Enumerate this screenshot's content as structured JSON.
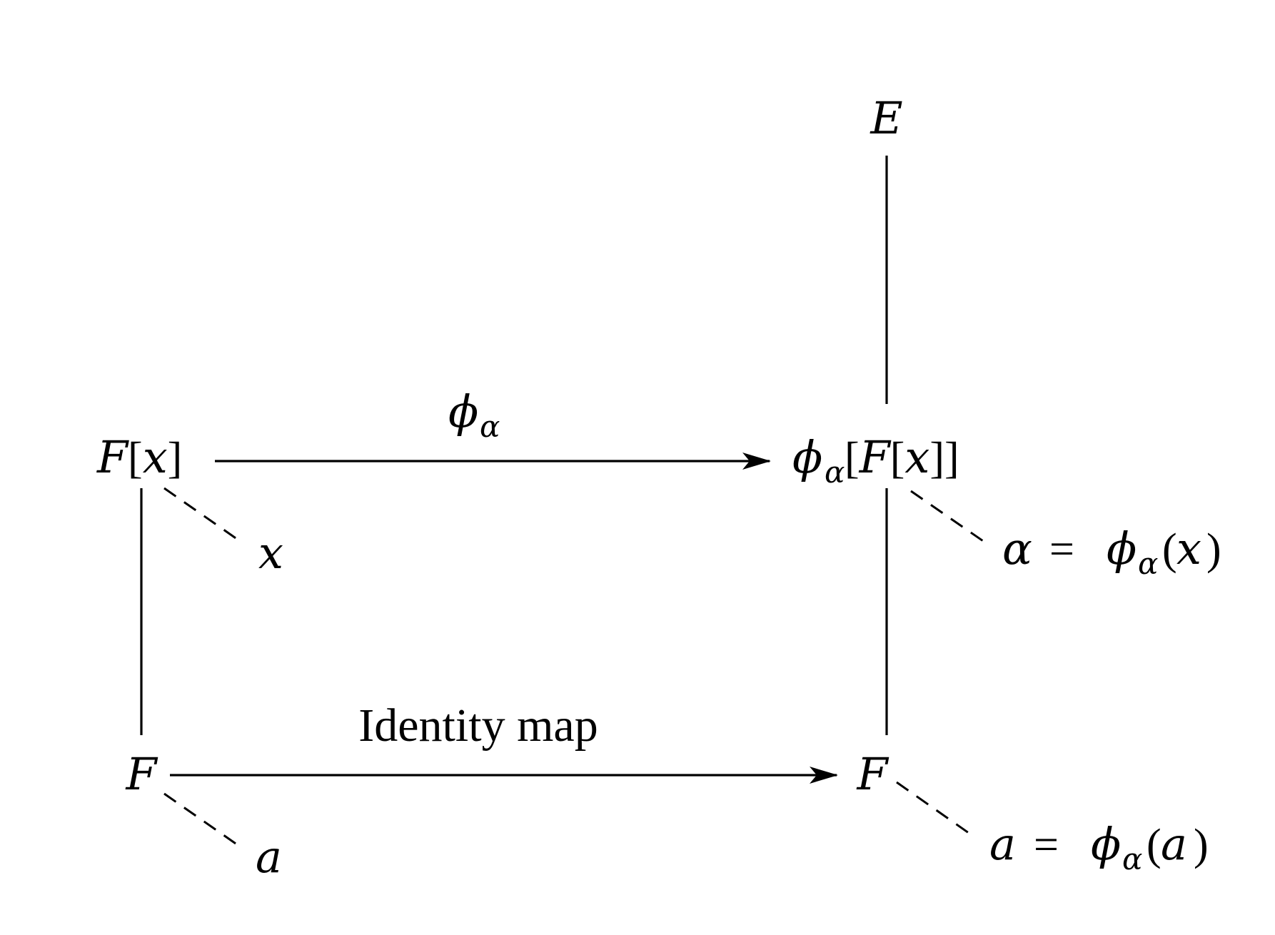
{
  "diagram": {
    "nodes": {
      "E": "E",
      "Fx_main": "F",
      "Fx_bracket_open": "[",
      "Fx_var": "x",
      "Fx_bracket_close": "]",
      "F_bottom_left": "F",
      "F_bottom_right": "F",
      "phi_Fx_phi": "ϕ",
      "phi_Fx_sub": "α",
      "phi_Fx_open": "[",
      "phi_Fx_F": "F",
      "phi_Fx_open2": "[",
      "phi_Fx_x": "x",
      "phi_Fx_close": "]]"
    },
    "labels": {
      "top_arrow_phi": "ϕ",
      "top_arrow_sub": "α",
      "bottom_arrow": "Identity map"
    },
    "elements": {
      "x": "x",
      "a_left": "a",
      "alpha_eq_alpha": "α",
      "alpha_eq_sign": "=",
      "alpha_eq_phi": "ϕ",
      "alpha_eq_sub": "α",
      "alpha_eq_arg_open": "(",
      "alpha_eq_arg_x": "x",
      "alpha_eq_arg_close": ")",
      "a_eq_a": "a",
      "a_eq_sign": "=",
      "a_eq_phi": "ϕ",
      "a_eq_sub": "α",
      "a_eq_arg_open": "(",
      "a_eq_arg_a": "a",
      "a_eq_arg_close": ")"
    }
  }
}
